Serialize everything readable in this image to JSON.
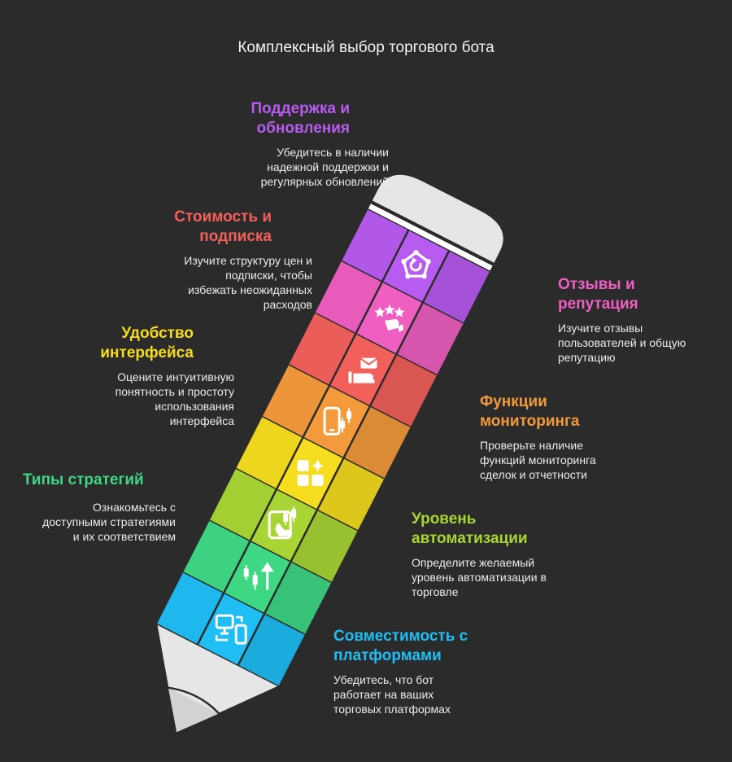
{
  "title": "Комплексный выбор торгового бота",
  "colors": {
    "background": "#2b2b2b",
    "support": "#b85bf0",
    "reviews": "#ee5fc1",
    "cost": "#f2605b",
    "monitoring": "#f39a3c",
    "interface": "#f6dd1f",
    "automation": "#a9d534",
    "strategies": "#3ed885",
    "compatibility": "#1fbef5",
    "pencil_tip": "#e6e6e6"
  },
  "items": [
    {
      "key": "support",
      "icon": "gear-refresh-icon",
      "title_lines": [
        "Поддержка и",
        "обновления"
      ],
      "desc_lines": [
        "Убедитесь в наличии",
        "надежной поддержки и",
        "регулярных обновлений"
      ]
    },
    {
      "key": "reviews",
      "icon": "stars-hand-icon",
      "title_lines": [
        "Отзывы и",
        "репутация"
      ],
      "desc_lines": [
        "Изучите отзывы",
        "пользователей и общую",
        "репутацию"
      ]
    },
    {
      "key": "cost",
      "icon": "dollar-mail-icon",
      "title_lines": [
        "Стоимость и",
        "подписка"
      ],
      "desc_lines": [
        "Изучите структуру цен и",
        "подписки, чтобы",
        "избежать неожиданных",
        "расходов"
      ]
    },
    {
      "key": "monitoring",
      "icon": "phone-candles-icon",
      "title_lines": [
        "Функции",
        "мониторинга"
      ],
      "desc_lines": [
        "Проверьте наличие",
        "функций мониторинга",
        "сделок и отчетности"
      ]
    },
    {
      "key": "interface",
      "icon": "widgets-icon",
      "title_lines": [
        "Удобство",
        "интерфейса"
      ],
      "desc_lines": [
        "Оцените интуитивную",
        "понятность и простоту",
        "использования",
        "интерфейса"
      ]
    },
    {
      "key": "automation",
      "icon": "tablet-chart-icon",
      "title_lines": [
        "Уровень",
        "автоматизации"
      ],
      "desc_lines": [
        "Определите желаемый",
        "уровень автоматизации в",
        "торговле"
      ]
    },
    {
      "key": "strategies",
      "icon": "candles-arrow-icon",
      "title_lines": [
        "Типы стратегий"
      ],
      "desc_lines": [
        "Ознакомьтесь с",
        "доступными стратегиями",
        "и их соответствием"
      ]
    },
    {
      "key": "compatibility",
      "icon": "devices-sync-icon",
      "title_lines": [
        "Совместимость с",
        "платформами"
      ],
      "desc_lines": [
        "Убедитесь, что бот",
        "работает на ваших",
        "торговых платформах"
      ]
    }
  ]
}
